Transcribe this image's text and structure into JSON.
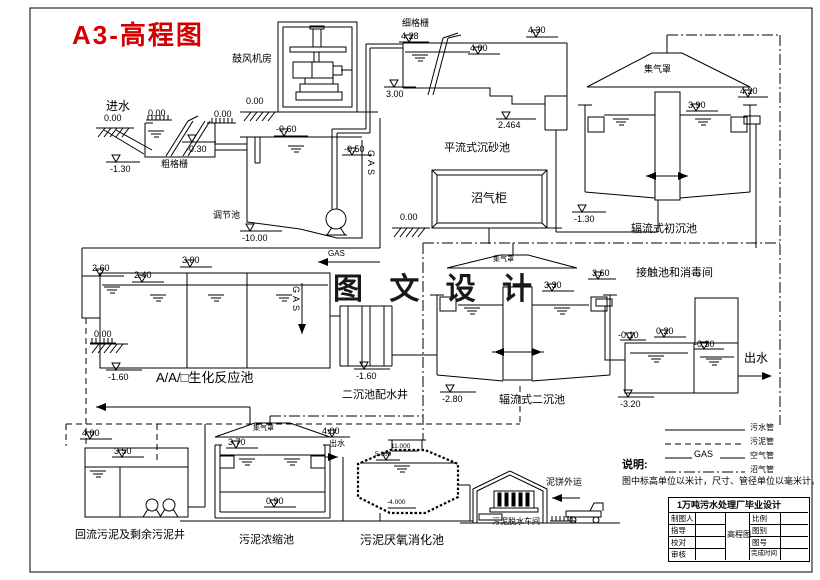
{
  "title": "A3-高程图",
  "watermark": "图 文 设 计",
  "labels": {
    "influent": "进水",
    "blower_room": "鼓风机房",
    "coarse_screen": "粗格栅",
    "fine_screen": "细格栅",
    "grit_chamber": "平流式沉砂池",
    "regulating_tank": "调节池",
    "biogas_holder": "沼气柜",
    "gas_hood_primary": "集气罩",
    "gas_hood_secondary": "集气罩",
    "gas_hood_thickener": "集气罩",
    "primary_clarifier": "辐流式初沉池",
    "bio_reactor": "A/A/□生化反应池",
    "distribution_well": "二沉池配水井",
    "secondary_clarifier": "辐流式二沉池",
    "contact_tank": "接触池和消毒间",
    "effluent": "出水",
    "sludge_well": "回流污泥及剩余污泥井",
    "thickener": "污泥浓缩池",
    "thickener_effluent": "出水",
    "digester": "污泥厌氧消化池",
    "dewatering": "污泥脱水车间",
    "cake_out": "泥饼外运",
    "gas_pipe_1": "GAS",
    "gas_pipe_2": "GAS",
    "gas_pipe_3": "GAS"
  },
  "elev": [
    "0.00",
    "-1.30",
    "0.00",
    "-0.30",
    "0.00",
    "0.00",
    "-0.60",
    "-0.50",
    "4.28",
    "4.30",
    "4.00",
    "3.00",
    "2.464",
    "0.00",
    "3.90",
    "4.20",
    "-1.30",
    "2.60",
    "2.40",
    "3.00",
    "0.00",
    "-1.60",
    "-10.00",
    "-1.60",
    "3.30",
    "3.60",
    "-2.80",
    "0.20",
    "-0.10",
    "-0.30",
    "-3.20",
    "4.00",
    "3.50",
    "3.70",
    "4.00",
    "0.90",
    "11.000",
    "5.000",
    "-4.000"
  ],
  "legend": {
    "heading": "说明:",
    "note": "图中标高单位以米计，尺寸、管径单位以毫米计。",
    "gas_label": "GAS",
    "items": [
      "污水管",
      "污泥管",
      "空气管",
      "沼气管"
    ]
  },
  "title_block": {
    "project": "1万吨污水处理厂毕业设计",
    "drawing_name": "高程图",
    "left_rows": [
      "制图人",
      "指导",
      "校对",
      "审核"
    ],
    "right_rows": [
      "比例",
      "图别",
      "图号",
      "完成时间"
    ]
  }
}
